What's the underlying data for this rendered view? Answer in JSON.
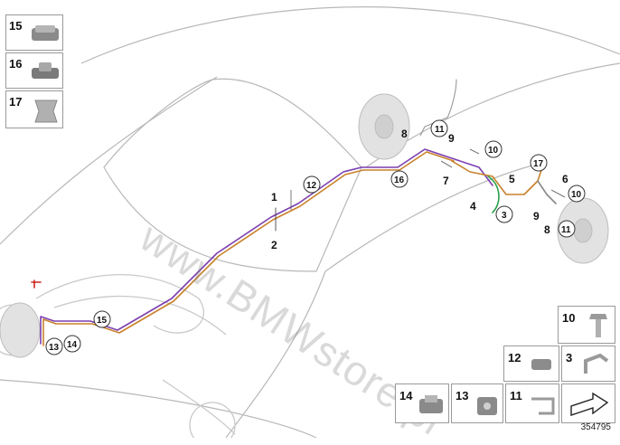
{
  "legend_left": [
    {
      "number": "15"
    },
    {
      "number": "16"
    },
    {
      "number": "17"
    }
  ],
  "legend_right": [
    {
      "number": "10"
    },
    {
      "number": "12"
    },
    {
      "number": "3"
    },
    {
      "number": "14"
    },
    {
      "number": "13"
    },
    {
      "number": "11"
    }
  ],
  "callouts": {
    "c1": "1",
    "c2": "2",
    "c12": "12",
    "c16": "16",
    "c8": "8",
    "c11a": "11",
    "c9a": "9",
    "c10a": "10",
    "c7": "7",
    "c5": "5",
    "c4": "4",
    "c3": "3",
    "c17": "17",
    "c6": "6",
    "c10b": "10",
    "c9b": "9",
    "c8b": "8",
    "c11b": "11",
    "c15": "15",
    "c13": "13",
    "c14": "14"
  },
  "watermark": "www.BMWstore.pl",
  "diagram_id": "354795",
  "colors": {
    "brake_line_purple": "#7b3fb0",
    "brake_line_orange": "#c8812a",
    "green_line": "#2aa04a",
    "red_accent": "#cc2222"
  }
}
